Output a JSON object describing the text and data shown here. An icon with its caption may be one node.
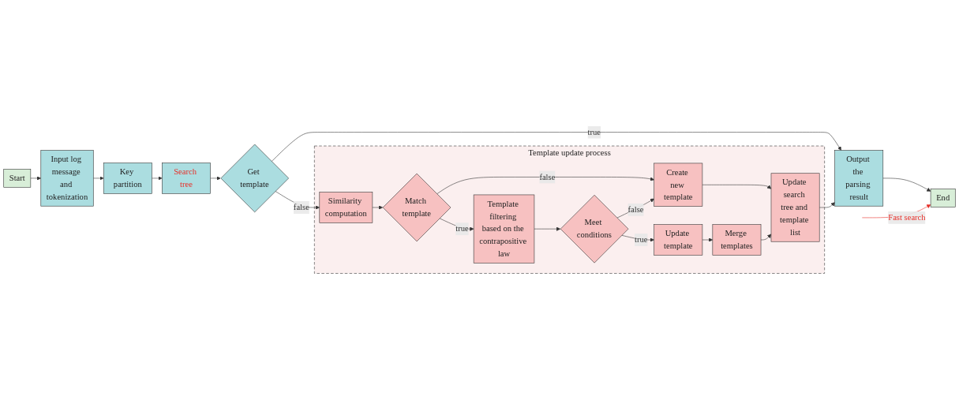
{
  "diagram": {
    "nodes": [
      {
        "text": [
          "Start"
        ]
      },
      {
        "text": [
          "Input log message and tokenization"
        ]
      },
      {
        "text": [
          "Key partition"
        ]
      },
      {
        "text": [
          "Search tree"
        ]
      },
      {
        "text": [
          "Get template"
        ]
      },
      {
        "text": [
          "Output the parsing result"
        ]
      },
      {
        "text": [
          "End"
        ]
      },
      {
        "text": [
          "Template update process"
        ]
      },
      {
        "text": [
          "Similarity computation"
        ],
        "in": 7
      },
      {
        "text": [
          "Match template"
        ],
        "in": 7
      },
      {
        "text": [
          "Template filtering based on the contrapositive law"
        ],
        "in": 7
      },
      {
        "text": [
          "Meet conditions"
        ],
        "in": 7
      },
      {
        "text": [
          "Create new template"
        ],
        "in": 7
      },
      {
        "text": [
          "Update search tree and template list"
        ],
        "in": 7
      },
      {
        "text": [
          "Update template"
        ],
        "in": 7
      },
      {
        "text": [
          "Merge templates"
        ],
        "in": 7
      }
    ],
    "edges": [
      {
        "from": 0,
        "to": 1,
        "arrow": "to"
      },
      {
        "from": 1,
        "to": 2,
        "arrow": "to"
      },
      {
        "from": 2,
        "to": 3,
        "arrow": "to"
      },
      {
        "from": 3,
        "to": 4,
        "arrow": "to"
      },
      {
        "from": 4,
        "to": 5,
        "arrow": "to",
        "label": "true"
      },
      {
        "from": 4,
        "to": 8,
        "arrow": "to",
        "label": "false"
      },
      {
        "from": 8,
        "to": 9,
        "arrow": "to"
      },
      {
        "from": 9,
        "to": 10,
        "arrow": "to",
        "label": "true"
      },
      {
        "from": 9,
        "to": 12,
        "arrow": "to",
        "label": "false"
      },
      {
        "from": 10,
        "to": 11,
        "arrow": "to"
      },
      {
        "from": 11,
        "to": 12,
        "arrow": "to",
        "label": "false"
      },
      {
        "from": 11,
        "to": 14,
        "arrow": "to",
        "label": "true"
      },
      {
        "from": 12,
        "to": 13,
        "arrow": "to"
      },
      {
        "from": 14,
        "to": 15,
        "arrow": "to"
      },
      {
        "from": 15,
        "to": 13,
        "arrow": "to"
      },
      {
        "from": 13,
        "to": 5,
        "arrow": "to"
      },
      {
        "from": 5,
        "to": 6,
        "arrow": "to"
      },
      {
        "from": null,
        "to": 6,
        "arrow": "to",
        "label": "Fast search",
        "color": "#e8302a"
      }
    ]
  }
}
